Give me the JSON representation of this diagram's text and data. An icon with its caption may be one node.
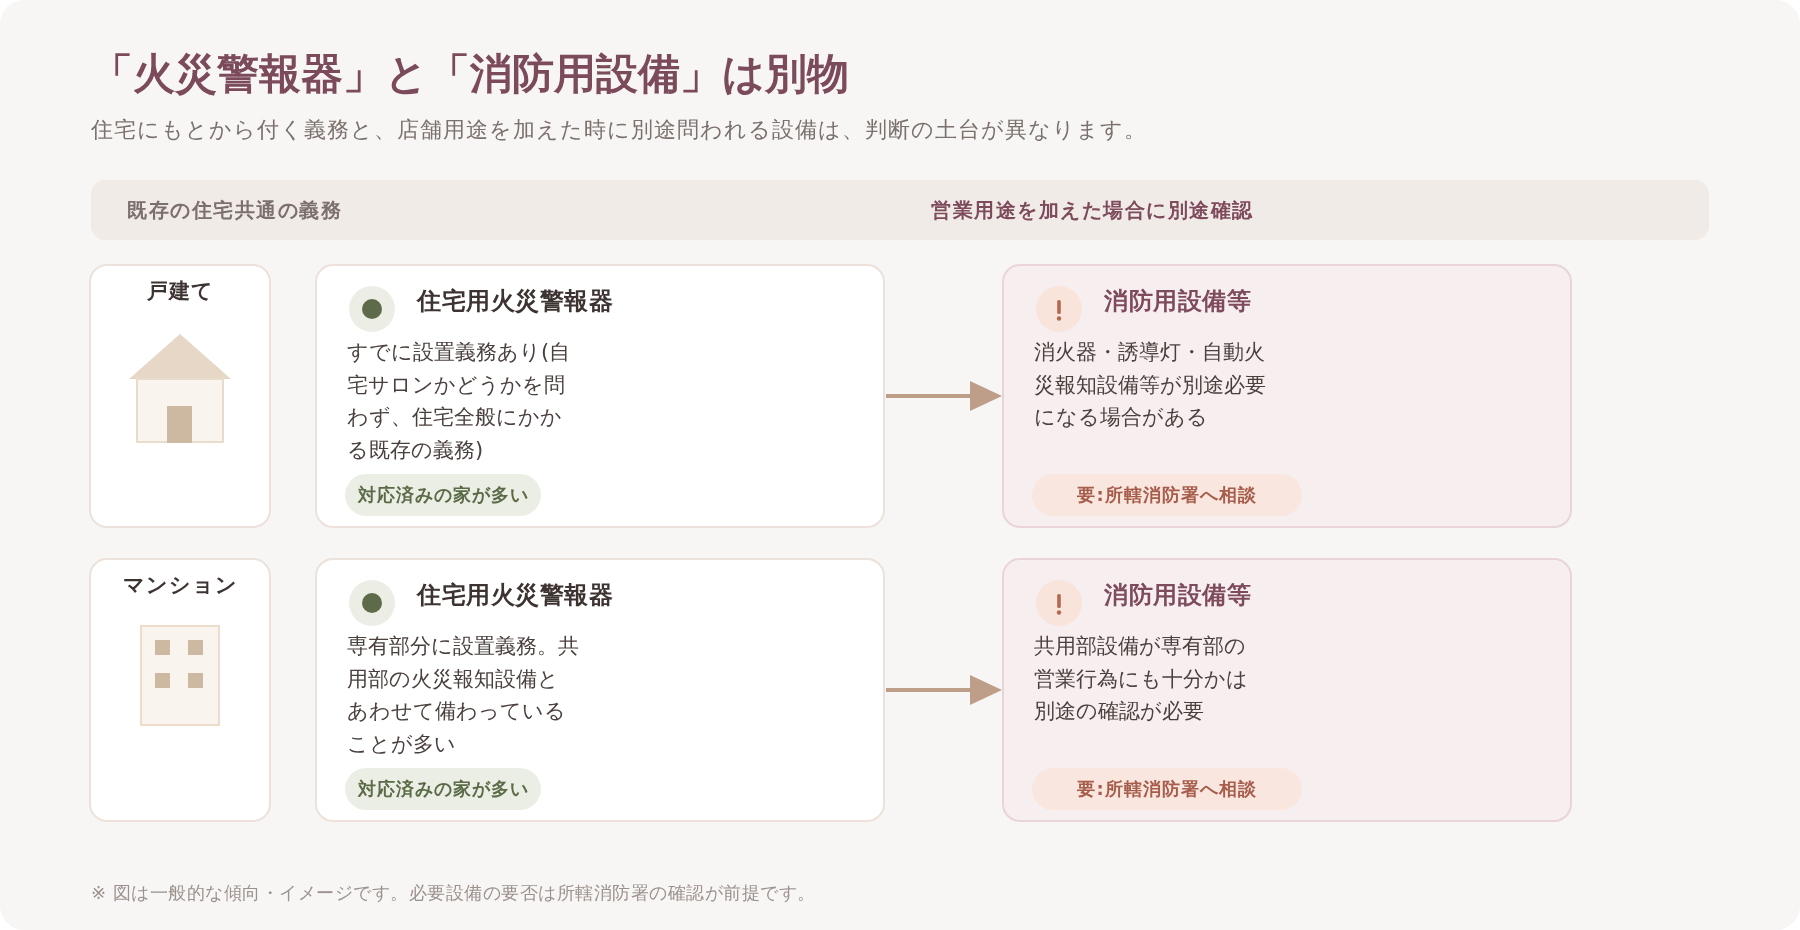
{
  "diagram": {
    "title": "「火災警報器」と「消防用設備」は別物",
    "caption": "※ 図は一般的な傾向・イメージです。必要設備の要否は所轄消防署の確認が前提です。",
    "labels": [
      "住宅にもとから付く義務と、店舗用途を加えた時に別途問われる設備は、判断の土台が異なります。"
    ],
    "nodes": [
      {
        "text": [
          "既存の住宅共通の義務",
          "営業用途を加えた場合に別途確認"
        ]
      },
      {
        "text": [
          "戸建て"
        ]
      },
      {
        "text": [
          "住宅用火災警報器",
          "すでに設置義務あり(自宅サロンかどうかを問わず、住宅全般にかかる既存の義務)"
        ]
      },
      {
        "text": [
          "対応済みの家が多い"
        ],
        "in": 2
      },
      {
        "text": [
          "消防用設備等",
          "消火器・誘導灯・自動火災報知設備等が別途必要になる場合がある"
        ]
      },
      {
        "text": [
          "要:所轄消防署へ相談"
        ],
        "in": 4
      },
      {
        "text": [
          "マンション"
        ]
      },
      {
        "text": [
          "住宅用火災警報器",
          "専有部分に設置義務。共用部の火災報知設備とあわせて備わっていることが多い"
        ]
      },
      {
        "text": [
          "対応済みの家が多い"
        ],
        "in": 7
      },
      {
        "text": [
          "消防用設備等",
          "共用部設備が専有部の営業行為にも十分かは別途の確認が必要"
        ]
      },
      {
        "text": [
          "要:所轄消防署へ相談"
        ],
        "in": 9
      }
    ],
    "edges": [
      {
        "from": 2,
        "to": 4,
        "arrow": "to"
      },
      {
        "from": 7,
        "to": 9,
        "arrow": "to"
      }
    ]
  }
}
